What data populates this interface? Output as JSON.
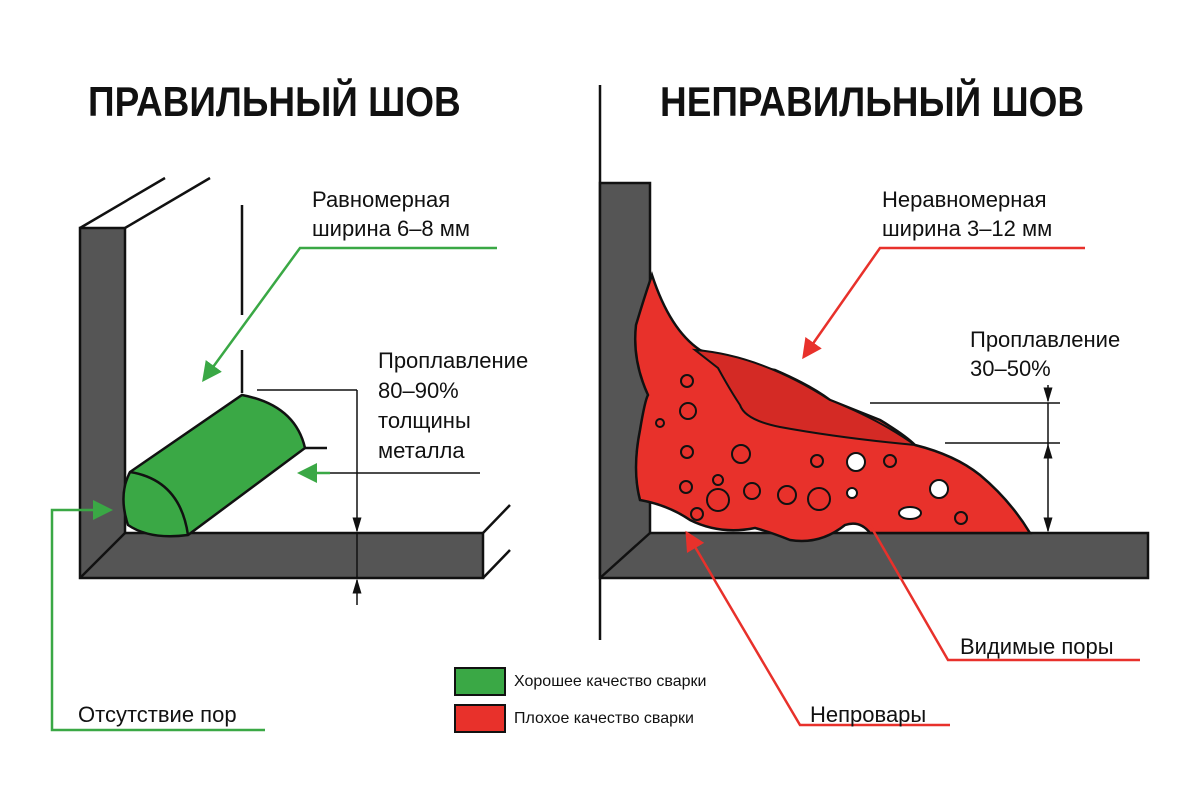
{
  "left": {
    "title": "ПРАВИЛЬНЫЙ ШОВ",
    "width_label_1": "Равномерная",
    "width_label_2": "ширина 6–8 мм",
    "penetration_1": "Проплавление",
    "penetration_2": "80–90%",
    "penetration_3": "толщины",
    "penetration_4": "металла",
    "no_pores": "Отсутствие пор"
  },
  "right": {
    "title": "НЕПРАВИЛЬНЫЙ ШОВ",
    "width_label_1": "Неравномерная",
    "width_label_2": "ширина 3–12 мм",
    "penetration_1": "Проплавление",
    "penetration_2": "30–50%",
    "visible_pores": "Видимые поры",
    "lack_of_fusion": "Непровары"
  },
  "legend": {
    "good": "Хорошее качество сварки",
    "bad": "Плохое качество сварки"
  },
  "colors": {
    "good": "#3aa845",
    "bad": "#e8312b",
    "metal": "#555555"
  }
}
